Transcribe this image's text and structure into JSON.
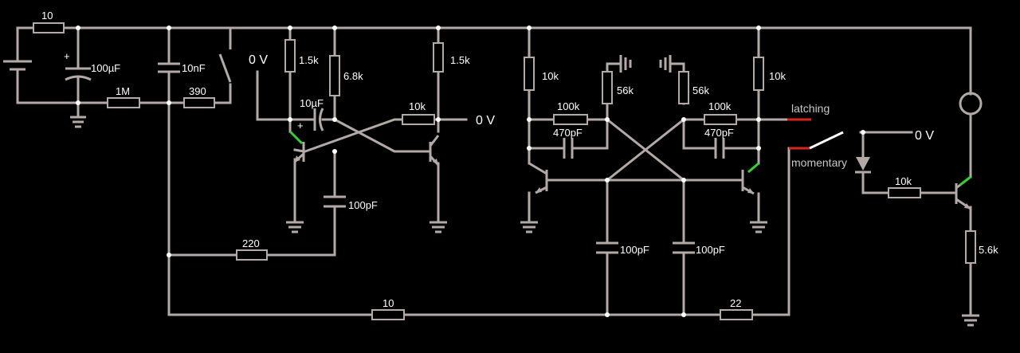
{
  "components": {
    "r_top": "10",
    "c_bulk": "100µF",
    "c_bulk_polarity": "+",
    "r_1m": "1M",
    "c_10n": "10nF",
    "r_390": "390",
    "r_1k5_a": "1.5k",
    "r_6k8": "6.8k",
    "c_10u": "10µF",
    "c_10u_polarity": "+",
    "r_10k_a": "10k",
    "r_1k5_b": "1.5k",
    "c_100p_a": "100pF",
    "r_220": "220",
    "r_bottom_10": "10",
    "r_10k_b": "10k",
    "r_56k_a": "56k",
    "r_56k_b": "56k",
    "r_10k_c": "10k",
    "r_100k_a": "100k",
    "r_100k_b": "100k",
    "c_470p_a": "470pF",
    "c_470p_b": "470pF",
    "c_100p_b": "100pF",
    "c_100p_c": "100pF",
    "r_22": "22",
    "r_10k_d": "10k",
    "r_5k6": "5.6k"
  },
  "nodes": {
    "zero_v_a": "0 V",
    "zero_v_b": "0 V",
    "zero_v_c": "0 V"
  },
  "switch": {
    "latching": "latching",
    "momentary": "momentary"
  },
  "colors": {
    "wire": "#b3aaa8",
    "background": "#000000",
    "current_red": "#d9231b",
    "current_green": "#2fd42f",
    "switch_blade": "#ffffff"
  }
}
